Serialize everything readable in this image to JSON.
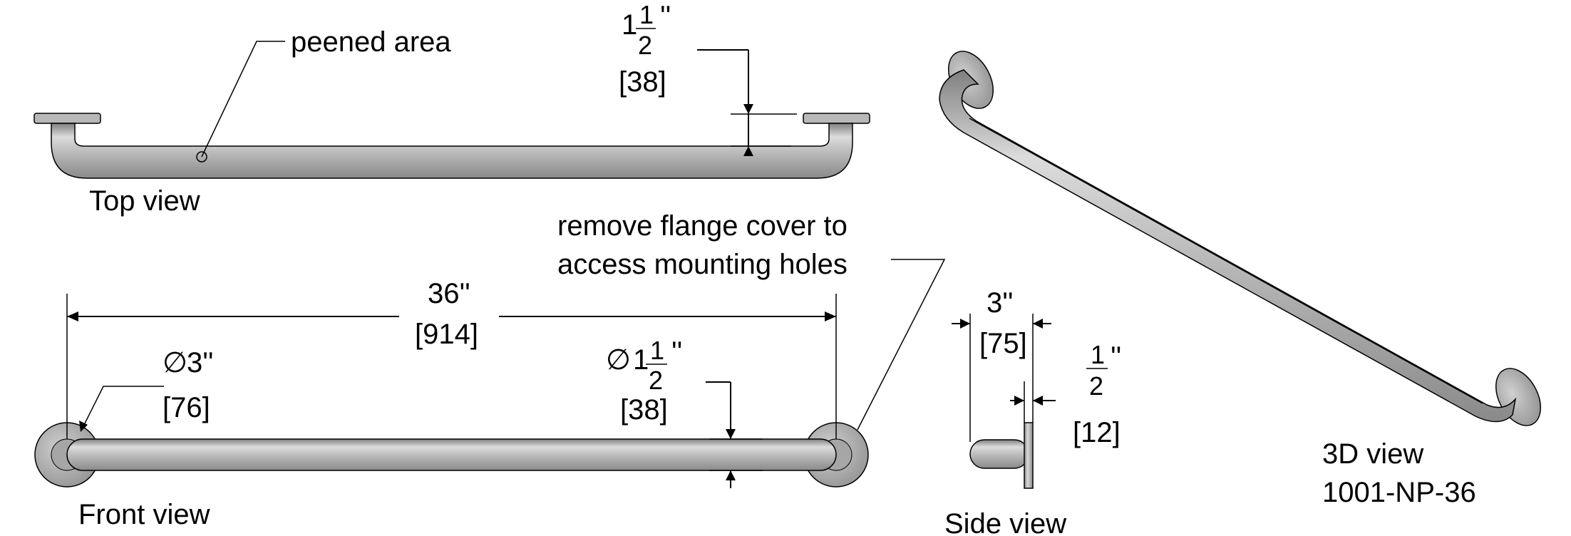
{
  "views": {
    "top": "Top view",
    "front": "Front view",
    "side": "Side view",
    "iso": "3D view",
    "model": "1001-NP-36"
  },
  "callouts": {
    "peened": "peened area",
    "flange_line1": "remove flange cover to",
    "flange_line2": "access mounting holes"
  },
  "dimensions": {
    "top_clearance": {
      "whole": "1",
      "num": "1",
      "den": "2",
      "unit": "''",
      "metric": "[38]"
    },
    "length": {
      "value": "36''",
      "metric": "[914]"
    },
    "flange_dia": {
      "sym": "∅",
      "value": "3''",
      "metric": "[76]"
    },
    "tube_dia": {
      "sym": "∅",
      "whole": "1",
      "num": "1",
      "den": "2",
      "unit": "''",
      "metric": "[38]"
    },
    "side_depth": {
      "value": "3''",
      "metric": "[75]"
    },
    "side_flange": {
      "num": "1",
      "den": "2",
      "unit": "''",
      "metric": "[12]"
    }
  },
  "colors": {
    "bar": "#b9b9b9",
    "bar_dark": "#8f8f8f",
    "bar_light": "#e4e4e4",
    "line": "#000000"
  }
}
